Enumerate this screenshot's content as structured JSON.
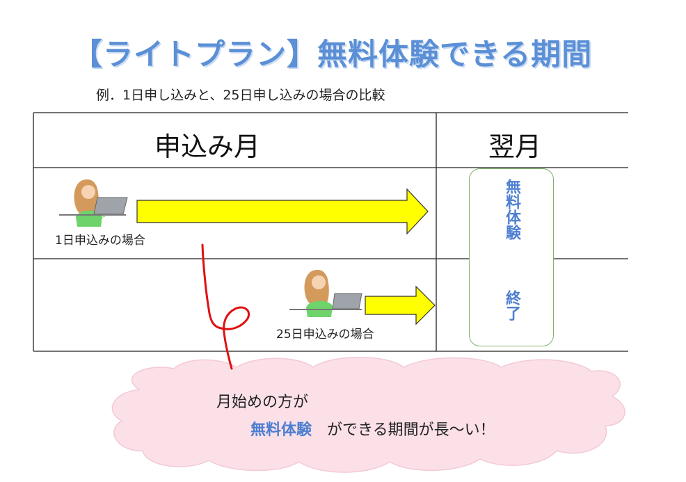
{
  "title": "【ライトプラン】無料体験できる期間",
  "subtitle": "例．1日申し込みと、25日申し込みの場合の比較",
  "table": {
    "col_header_left": "申込み月",
    "col_header_right": "翌月",
    "row1_caption": "1日申込みの場合",
    "row2_caption": "25日申込みの場合"
  },
  "badge": {
    "line_top": "無料体験",
    "line_bottom": "終了"
  },
  "callout": {
    "line1": "月始めの方が",
    "highlight": "無料体験",
    "line2_rest": "ができる期間が長～い！"
  },
  "icons": [
    "woman-laptop-icon",
    "arrow-right-icon"
  ],
  "colors": {
    "title": "#5b8fd6",
    "arrow_fill": "#ffff00",
    "badge_border": "#7fb16a",
    "badge_text": "#4d7fd0",
    "cloud_fill": "#fbe0e8",
    "pointer_line": "#e01010"
  }
}
